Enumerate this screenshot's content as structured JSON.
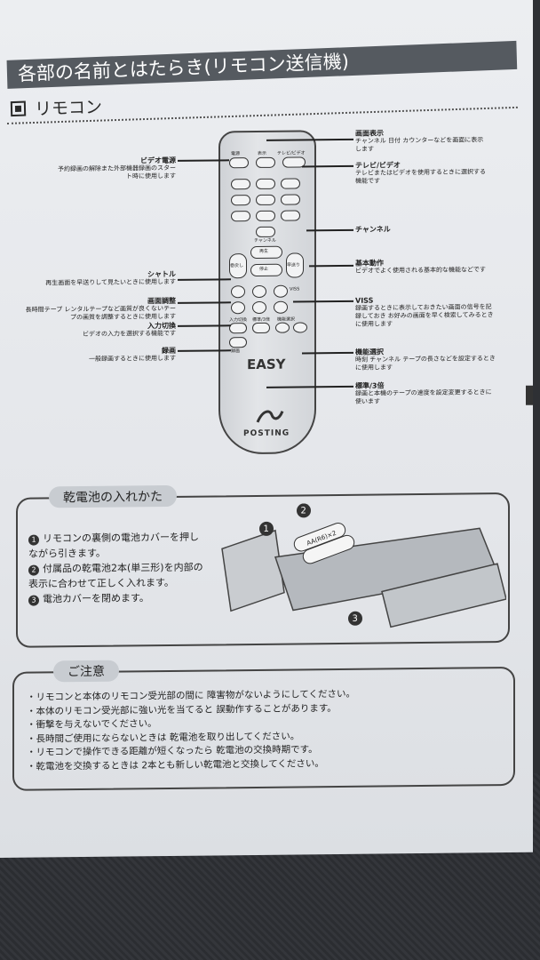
{
  "page": {
    "title": "各部の名前とはたらき(リモコン送信機)",
    "subtitle": "リモコン"
  },
  "remote": {
    "brand": "EASY",
    "maker": "POSTING",
    "buttons": {
      "b1": "電源",
      "b2": "表示",
      "b3": "テレビ/ビデオ",
      "ch_up": "チャンネル",
      "play": "再生",
      "rew": "巻戻し",
      "ff": "早送り",
      "stop": "停止",
      "viss": "VISS",
      "input": "入力切換",
      "std3": "標準/3倍",
      "rec": "録画",
      "func": "機能選択"
    }
  },
  "labels": {
    "video_power": {
      "title": "ビデオ電源",
      "desc": "予約録画の解除また外部機器録画のスタート時に使用します"
    },
    "shuttle": {
      "title": "シャトル",
      "desc": "再生画面を早送りして見たいときに使用します"
    },
    "picture_adjust": {
      "title": "画面調整",
      "desc": "長時間テープ レンタルテープなど画質が良くないテープの画質を調整するときに使用します"
    },
    "input_switch": {
      "title": "入力切換",
      "desc": "ビデオの入力を選択する機能です"
    },
    "record": {
      "title": "録画",
      "desc": "一般録画するときに使用します"
    },
    "screen_display": {
      "title": "画面表示",
      "desc": "チャンネル 日付 カウンターなどを画面に表示します"
    },
    "tv_video": {
      "title": "テレビ/ビデオ",
      "desc": "テレビまたはビデオを使用するときに選択する機能です"
    },
    "channel": {
      "title": "チャンネル",
      "desc": ""
    },
    "basic_ops": {
      "title": "基本動作",
      "desc": "ビデオでよく使用される基本的な機能などです"
    },
    "viss": {
      "title": "VISS",
      "desc": "録画するときに表示しておきたい画面の信号を記録しておき お好みの画面を早く検索してみるときに使用します"
    },
    "func_select": {
      "title": "機能選択",
      "desc": "時刻 チャンネル テープの長さなどを設定するときに使用します"
    },
    "std_3x": {
      "title": "標準/3倍",
      "desc": "録画と本機のテープの速度を設定変更するときに使います"
    }
  },
  "battery": {
    "title": "乾電池の入れかた",
    "steps": [
      "リモコンの裏側の電池カバーを押しながら引きます。",
      "付属品の乾電池2本(単三形)を内部の表示に合わせて正しく入れます。",
      "電池カバーを閉めます。"
    ],
    "battery_label": "AA(R6)×2"
  },
  "caution": {
    "title": "ご注意",
    "items": [
      "リモコンと本体のリモコン受光部の間に 障害物がないようにしてください。",
      "本体のリモコン受光部に強い光を当てると 誤動作することがあります。",
      "衝撃を与えないでください。",
      "長時間ご使用にならないときは 乾電池を取り出してください。",
      "リモコンで操作できる距離が短くなったら 乾電池の交換時期です。",
      "乾電池を交換するときは 2本とも新しい乾電池と交換してください。"
    ]
  }
}
